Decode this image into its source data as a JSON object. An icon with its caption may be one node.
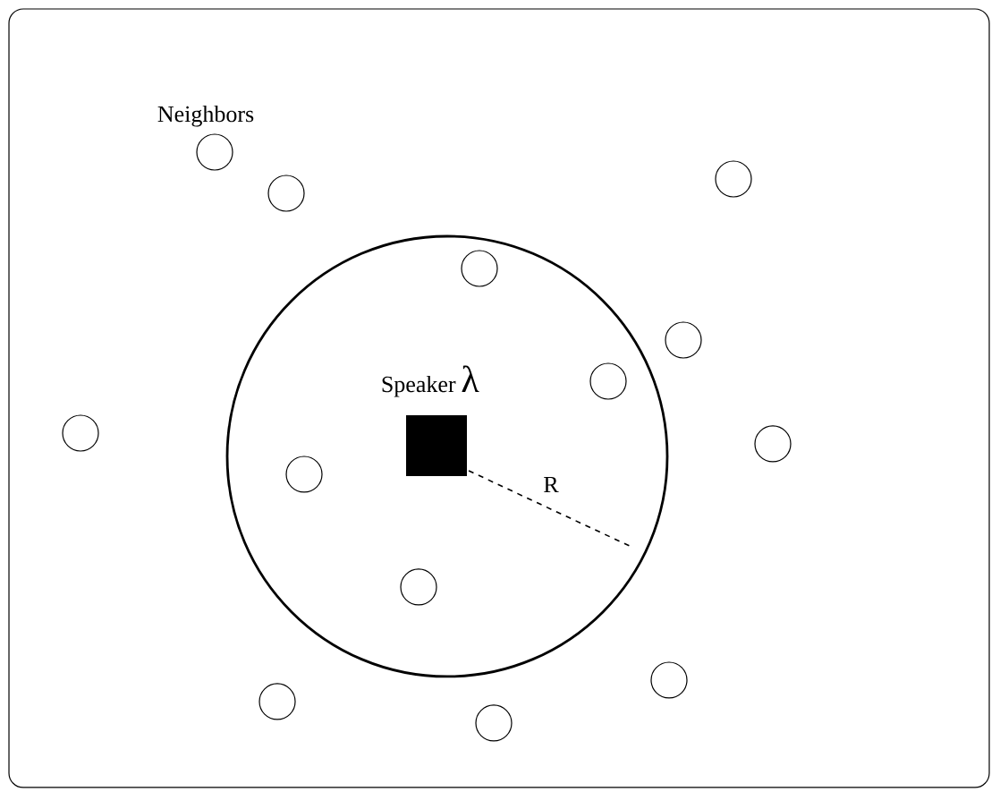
{
  "diagram": {
    "nodes": [
      {
        "text": [],
        "shape": "circle"
      },
      {
        "text": [],
        "shape": "circle"
      },
      {
        "text": [],
        "shape": "circle"
      },
      {
        "text": [],
        "shape": "circle"
      },
      {
        "text": [],
        "shape": "circle",
        "in": 0
      },
      {
        "text": [],
        "shape": "circle"
      },
      {
        "text": [
          "Speaker",
          "λ"
        ],
        "in": 0
      },
      {
        "text": [],
        "shape": "circle",
        "in": 0
      },
      {
        "text": [],
        "shape": "circle"
      },
      {
        "text": [],
        "shape": "circle"
      },
      {
        "text": [],
        "shape": "circle",
        "in": 0
      },
      {
        "text": [],
        "shape": "circle",
        "in": 0
      },
      {
        "text": [],
        "shape": "circle"
      },
      {
        "text": [],
        "shape": "circle"
      },
      {
        "text": [],
        "shape": "circle"
      }
    ],
    "edges": [],
    "labels": [
      "Neighbors",
      "R"
    ]
  }
}
